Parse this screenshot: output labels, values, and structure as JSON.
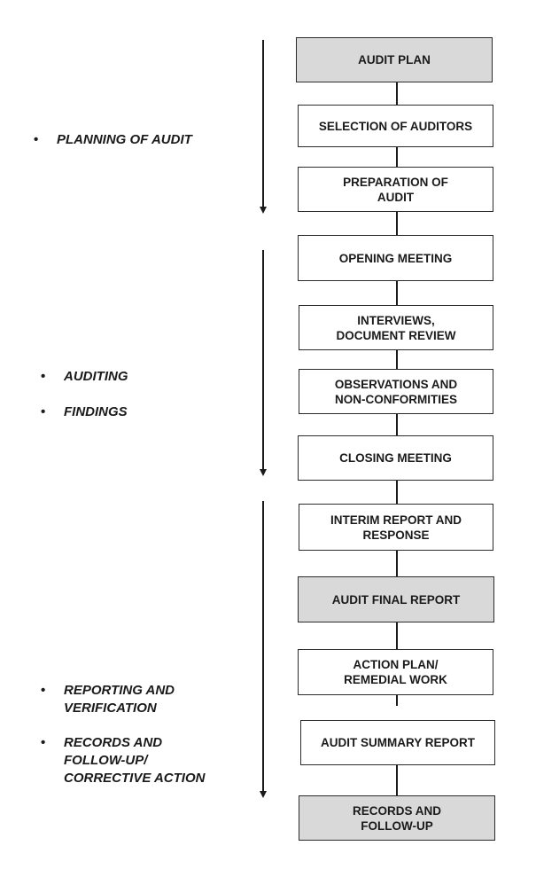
{
  "phases": [
    {
      "bullets": [
        "PLANNING OF AUDIT"
      ]
    },
    {
      "bullets": [
        "AUDITING",
        "FINDINGS"
      ]
    },
    {
      "bullets": [
        "REPORTING AND\nVERIFICATION",
        "RECORDS AND\nFOLLOW-UP/\nCORRECTIVE ACTION"
      ]
    }
  ],
  "steps": [
    {
      "label": "AUDIT PLAN",
      "shaded": true
    },
    {
      "label": "SELECTION OF AUDITORS",
      "shaded": false
    },
    {
      "label": "PREPARATION OF\nAUDIT",
      "shaded": false
    },
    {
      "label": "OPENING MEETING",
      "shaded": false
    },
    {
      "label": "INTERVIEWS,\nDOCUMENT REVIEW",
      "shaded": false
    },
    {
      "label": "OBSERVATIONS AND\nNON-CONFORMITIES",
      "shaded": false
    },
    {
      "label": "CLOSING MEETING",
      "shaded": false
    },
    {
      "label": "INTERIM REPORT AND\nRESPONSE",
      "shaded": false
    },
    {
      "label": "AUDIT FINAL REPORT",
      "shaded": true
    },
    {
      "label": "ACTION PLAN/\nREMEDIAL WORK",
      "shaded": false
    },
    {
      "label": "AUDIT SUMMARY REPORT",
      "shaded": false
    },
    {
      "label": "RECORDS AND\nFOLLOW-UP",
      "shaded": true
    }
  ],
  "colors": {
    "shaded_fill": "#d9d9d9",
    "border": "#2b2b2b"
  }
}
